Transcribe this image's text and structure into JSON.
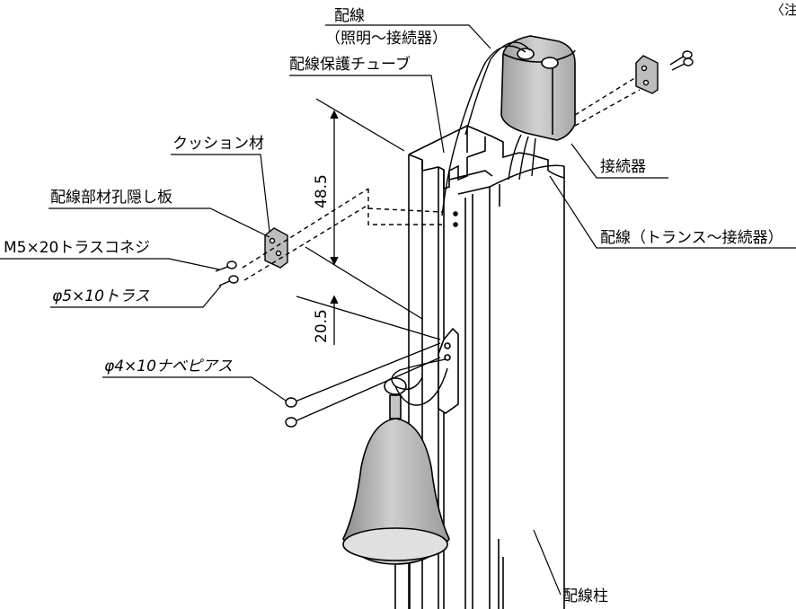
{
  "labels": {
    "wiring": "配線",
    "wiring_sub": "（照明～接続器）",
    "protect_tube": "配線保護チューブ",
    "cushion": "クッション材",
    "cover_plate": "配線部材孔隠し板",
    "truss_screw": "M5×20トラスコネジ",
    "truss": "φ5×10トラス",
    "pan_screw": "φ4×10ナベピアス",
    "connector": "接続器",
    "wiring_trans": "配線（トランス～接続器）",
    "post": "配線柱",
    "corner_note": "〈注"
  },
  "dimensions": {
    "upper": "48.5",
    "lower": "20.5"
  }
}
